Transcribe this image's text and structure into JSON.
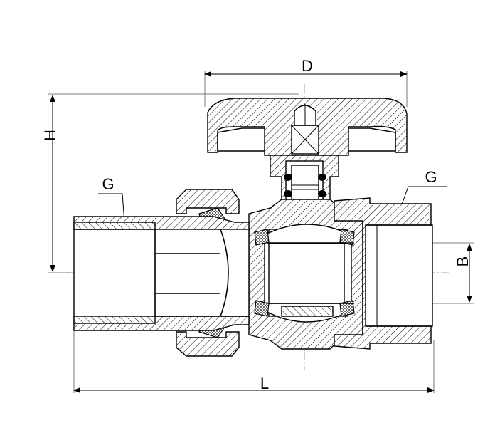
{
  "labels": {
    "d": "D",
    "h": "H",
    "g_left": "G",
    "g_right": "G",
    "b": "B",
    "l": "L"
  }
}
